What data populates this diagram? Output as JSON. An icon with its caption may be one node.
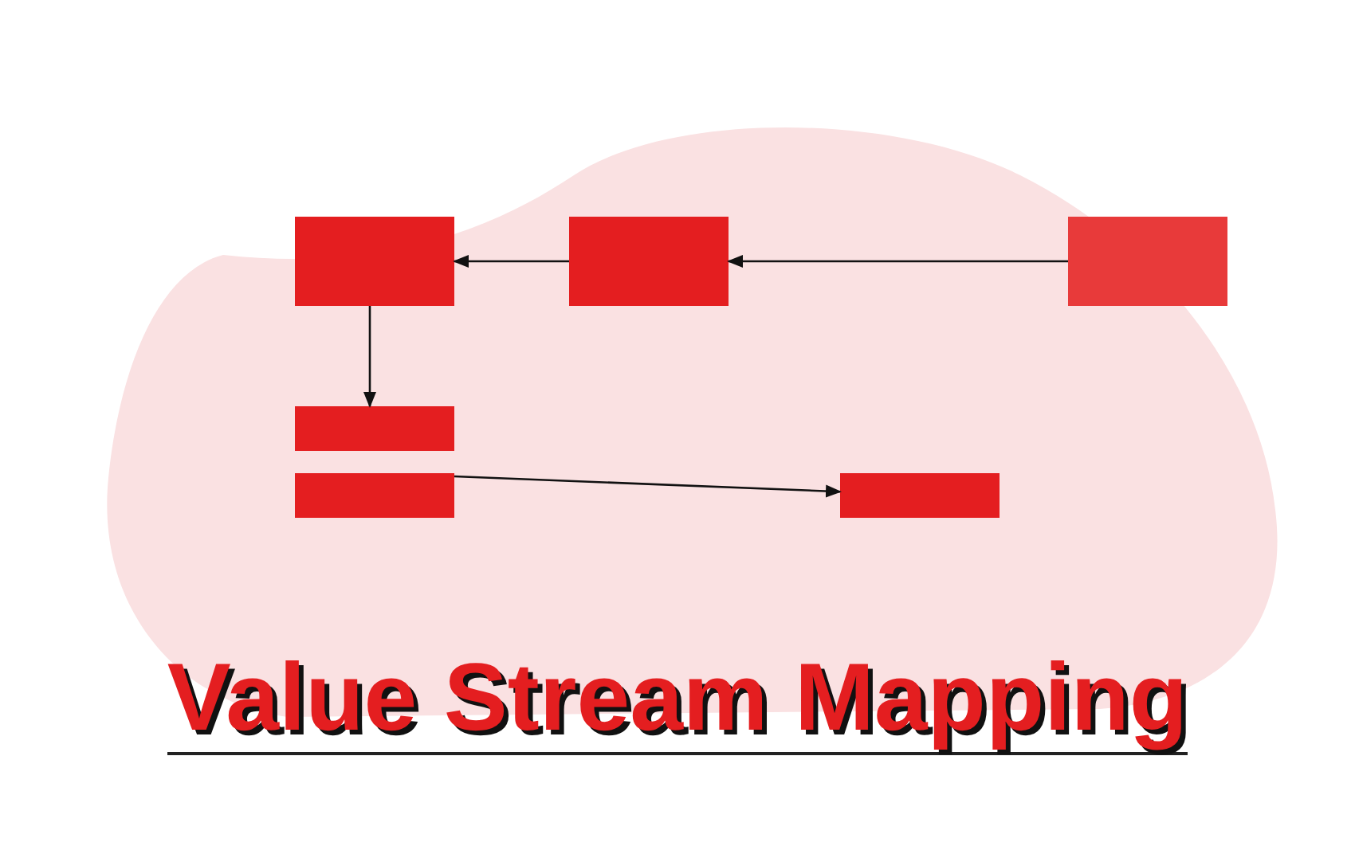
{
  "diagram": {
    "title": "Value Stream Mapping",
    "nodes": [
      {
        "text": [],
        "shape": "box"
      },
      {
        "text": [],
        "shape": "box"
      },
      {
        "text": [],
        "shape": "box"
      },
      {
        "text": [],
        "shape": "bar"
      },
      {
        "text": [],
        "shape": "bar"
      },
      {
        "text": [],
        "shape": "bar"
      }
    ],
    "edges": [
      {
        "from": 2,
        "to": 1,
        "arrow": "to"
      },
      {
        "from": 1,
        "to": 0,
        "arrow": "to"
      },
      {
        "from": 0,
        "to": 3,
        "arrow": "to"
      },
      {
        "from": 4,
        "to": 5,
        "arrow": "to"
      }
    ]
  }
}
